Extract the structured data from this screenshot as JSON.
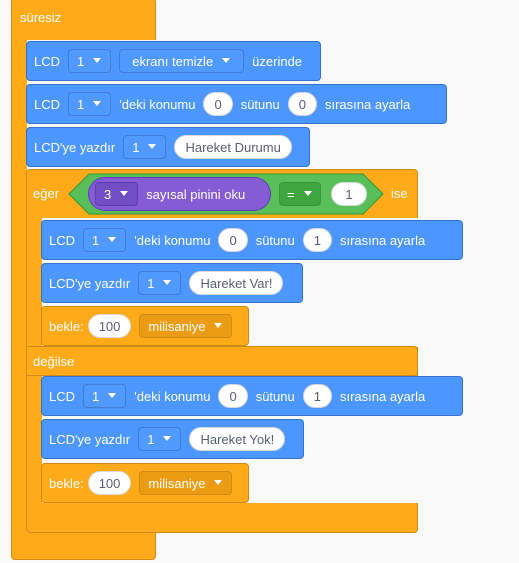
{
  "forever": {
    "label": "süresiz"
  },
  "rows": {
    "clear": {
      "lcd": "LCD",
      "num": "1",
      "action": "ekranı temizle",
      "on": "üzerinde"
    },
    "setpos1": {
      "lcd": "LCD",
      "num": "1",
      "pos": "'deki konumu",
      "col": "0",
      "colLbl": "sütunu",
      "row": "0",
      "rowLbl": "sırasına ayarla"
    },
    "print1": {
      "label": "LCD'ye yazdır",
      "num": "1",
      "text": "Hareket Durumu"
    }
  },
  "if_block": {
    "if_label": "eğer",
    "pin_num": "3",
    "pin_label": "sayısal pinini oku",
    "op": "=",
    "value": "1",
    "then_label": "ise",
    "else_label": "değilse"
  },
  "then_rows": {
    "setpos": {
      "lcd": "LCD",
      "num": "1",
      "pos": "'deki konumu",
      "col": "0",
      "colLbl": "sütunu",
      "row": "1",
      "rowLbl": "sırasına ayarla"
    },
    "print": {
      "label": "LCD'ye yazdır",
      "num": "1",
      "text": "Hareket Var!"
    },
    "wait": {
      "label": "bekle:",
      "value": "100",
      "unit": "milisaniye"
    }
  },
  "else_rows": {
    "setpos": {
      "lcd": "LCD",
      "num": "1",
      "pos": "'deki konumu",
      "col": "0",
      "colLbl": "sütunu",
      "row": "1",
      "rowLbl": "sırasına ayarla"
    },
    "print": {
      "label": "LCD'ye yazdır",
      "num": "1",
      "text": "Hareket Yok!"
    },
    "wait": {
      "label": "bekle:",
      "value": "100",
      "unit": "milisaniye"
    }
  },
  "colors": {
    "control": "#ffab19",
    "lcd": "#4c97ff",
    "operator": "#59c059",
    "pin": "#855cd6"
  }
}
